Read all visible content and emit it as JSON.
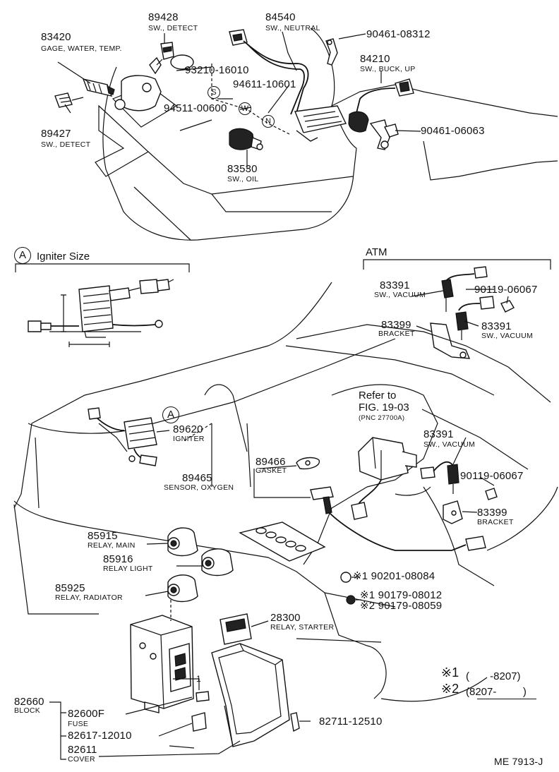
{
  "drawing_code": "ME 7913-J",
  "section_a": {
    "marker": "A",
    "title": "Igniter Size"
  },
  "section_atm": {
    "title": "ATM"
  },
  "circle_labels": {
    "s": "S",
    "w": "W",
    "n": "N",
    "a": "A"
  },
  "refer": {
    "line1": "Refer to",
    "line2": "FIG. 19-03",
    "line3": "(PNC 27700A)"
  },
  "notes": {
    "n1_mark": "※1",
    "n1_text": "(       -8207)",
    "n2_mark": "※2",
    "n2_text": "(8207-         )"
  },
  "small_label_1": "1",
  "parts": [
    {
      "id": "p89428",
      "number": "89428",
      "desc": "SW., DETECT"
    },
    {
      "id": "p84540",
      "number": "84540",
      "desc": "SW., NEUTRAL"
    },
    {
      "id": "p90461a",
      "number": "90461-08312",
      "desc": ""
    },
    {
      "id": "p83420",
      "number": "83420",
      "desc": "GAGE, WATER, TEMP."
    },
    {
      "id": "p84210",
      "number": "84210",
      "desc": "SW., BUCK, UP"
    },
    {
      "id": "p93210",
      "number": "93210-16010",
      "desc": ""
    },
    {
      "id": "p94611",
      "number": "94611-10601",
      "desc": ""
    },
    {
      "id": "p94511",
      "number": "94511-00600",
      "desc": ""
    },
    {
      "id": "p90461b",
      "number": "90461-06063",
      "desc": ""
    },
    {
      "id": "p89427",
      "number": "89427",
      "desc": "SW., DETECT"
    },
    {
      "id": "p83530",
      "number": "83530",
      "desc": "SW., OIL"
    },
    {
      "id": "p83391a",
      "number": "83391",
      "desc": "SW., VACUUM"
    },
    {
      "id": "p90119a",
      "number": "90119-06067",
      "desc": ""
    },
    {
      "id": "p83399a",
      "number": "83399",
      "desc": "BRACKET"
    },
    {
      "id": "p83391b",
      "number": "83391",
      "desc": "SW., VACUUM"
    },
    {
      "id": "p89620",
      "number": "89620",
      "desc": "IGNITER"
    },
    {
      "id": "p83391c",
      "number": "83391",
      "desc": "SW., VACUUM"
    },
    {
      "id": "p89466",
      "number": "89466",
      "desc": "GASKET"
    },
    {
      "id": "p90119b",
      "number": "90119-06067",
      "desc": ""
    },
    {
      "id": "p89465",
      "number": "89465",
      "desc": "SENSOR, OXYGEN"
    },
    {
      "id": "p83399b",
      "number": "83399",
      "desc": "BRACKET"
    },
    {
      "id": "p85915",
      "number": "85915",
      "desc": "RELAY, MAIN"
    },
    {
      "id": "p85916",
      "number": "85916",
      "desc": "RELAY LIGHT"
    },
    {
      "id": "p90201",
      "number": "※1 90201-08084",
      "desc": ""
    },
    {
      "id": "p85925",
      "number": "85925",
      "desc": "RELAY, RADIATOR"
    },
    {
      "id": "p90179a",
      "number": "※1 90179-08012",
      "desc": ""
    },
    {
      "id": "p90179b",
      "number": "※2 90179-08059",
      "desc": ""
    },
    {
      "id": "p28300",
      "number": "28300",
      "desc": "RELAY, STARTER"
    },
    {
      "id": "p82660",
      "number": "82660",
      "desc": "BLOCK"
    },
    {
      "id": "p82600f",
      "number": "82600F",
      "desc": "FUSE"
    },
    {
      "id": "p82711",
      "number": "82711-12510",
      "desc": ""
    },
    {
      "id": "p82617",
      "number": "82617-12010",
      "desc": ""
    },
    {
      "id": "p82611",
      "number": "82611",
      "desc": "COVER"
    }
  ]
}
